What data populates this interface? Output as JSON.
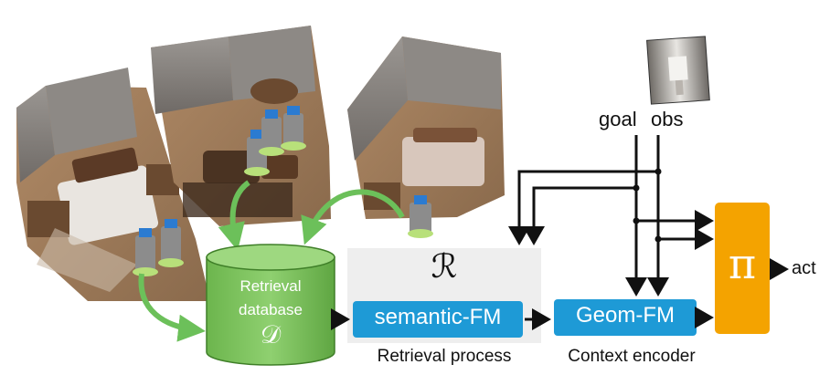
{
  "scenes": {
    "left": "3D scanned house scene (bedroom) with robot",
    "middle": "3D scanned house scene (living room) with robots",
    "right": "3D scanned house scene (bedroom) with robot"
  },
  "inputs": {
    "goal_label": "goal",
    "obs_label": "obs"
  },
  "retrieval_database": {
    "line1": "Retrieval",
    "line2": "database",
    "symbol": "𝒟",
    "color": "#7dc35b"
  },
  "retrieval_box": {
    "symbol": "ℛ",
    "module_label": "semantic-FM",
    "caption": "Retrieval process",
    "module_color": "#1e9ad6"
  },
  "context_encoder": {
    "module_label": "Geom-FM",
    "caption": "Context encoder",
    "module_color": "#1e9ad6"
  },
  "policy": {
    "symbol": "π",
    "output_label": "act",
    "color": "#f4a300"
  },
  "arrows": {
    "collection_color": "#6cc05a",
    "flow_color": "#111111"
  }
}
